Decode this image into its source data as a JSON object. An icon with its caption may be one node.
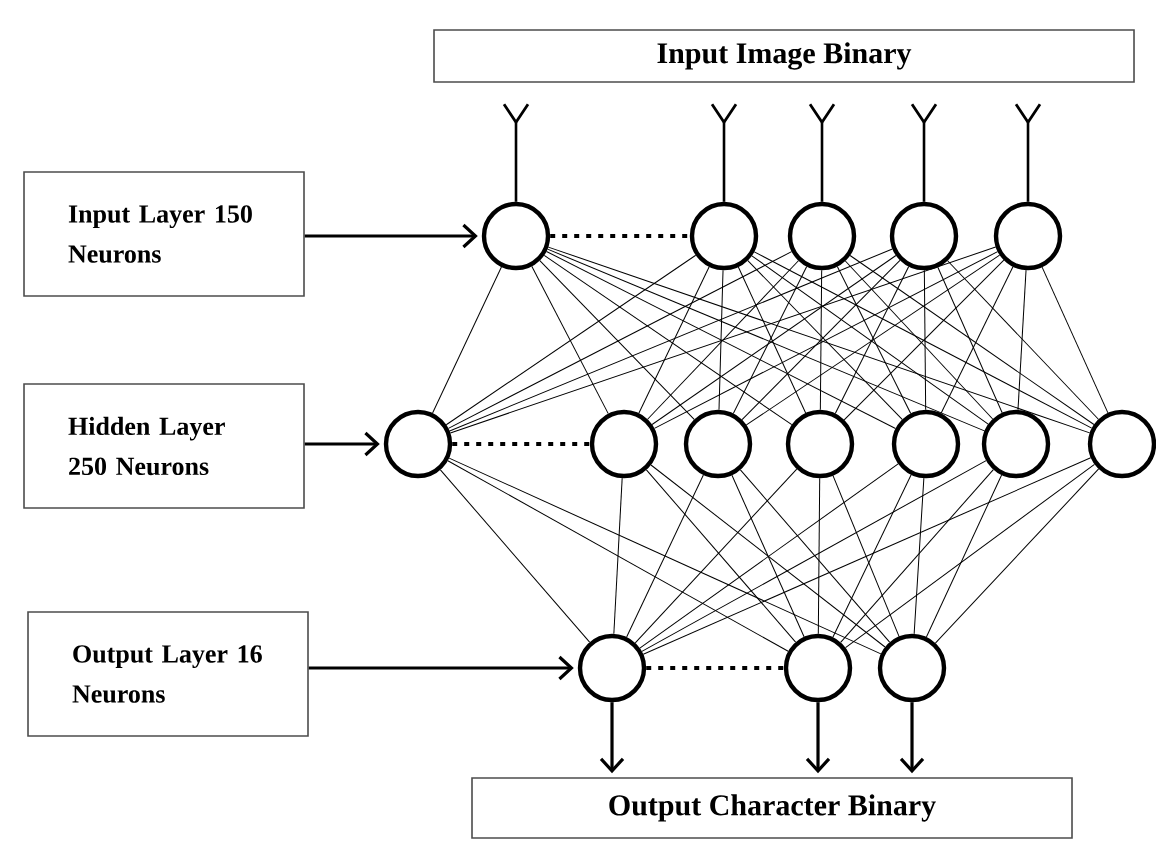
{
  "diagram": {
    "nodes": [
      {
        "text": [
          "Input Image Binary"
        ]
      },
      {
        "text": [
          "Input Layer 150 Neurons"
        ]
      },
      {
        "text": [],
        "shape": "circle"
      },
      {
        "text": [],
        "shape": "circle"
      },
      {
        "text": [],
        "shape": "circle"
      },
      {
        "text": [],
        "shape": "circle"
      },
      {
        "text": [],
        "shape": "circle"
      },
      {
        "text": [
          "Hidden Layer 250 Neurons"
        ]
      },
      {
        "text": [],
        "shape": "circle"
      },
      {
        "text": [],
        "shape": "circle"
      },
      {
        "text": [],
        "shape": "circle"
      },
      {
        "text": [],
        "shape": "circle"
      },
      {
        "text": [],
        "shape": "circle"
      },
      {
        "text": [],
        "shape": "circle"
      },
      {
        "text": [],
        "shape": "circle"
      },
      {
        "text": [
          "Output Layer 16 Neurons"
        ]
      },
      {
        "text": [],
        "shape": "circle"
      },
      {
        "text": [],
        "shape": "circle"
      },
      {
        "text": [],
        "shape": "circle"
      },
      {
        "text": [
          "Output Character Binary"
        ]
      }
    ],
    "edges": [
      {
        "from": 0,
        "to": 2,
        "arrow": "other"
      },
      {
        "from": 0,
        "to": 3,
        "arrow": "other"
      },
      {
        "from": 0,
        "to": 4,
        "arrow": "other"
      },
      {
        "from": 0,
        "to": 5,
        "arrow": "other"
      },
      {
        "from": 0,
        "to": 6,
        "arrow": "other"
      },
      {
        "from": 1,
        "to": 2,
        "arrow": "to"
      },
      {
        "from": 7,
        "to": 8,
        "arrow": "to"
      },
      {
        "from": 15,
        "to": 16,
        "arrow": "to"
      },
      {
        "from": 2,
        "to": 3,
        "arrow": "none",
        "style": "dashed"
      },
      {
        "from": 8,
        "to": 9,
        "arrow": "none",
        "style": "dashed"
      },
      {
        "from": 16,
        "to": 17,
        "arrow": "none",
        "style": "dashed"
      },
      {
        "from": 2,
        "to": 8,
        "arrow": "none"
      },
      {
        "from": 2,
        "to": 9,
        "arrow": "none"
      },
      {
        "from": 2,
        "to": 10,
        "arrow": "none"
      },
      {
        "from": 2,
        "to": 11,
        "arrow": "none"
      },
      {
        "from": 2,
        "to": 12,
        "arrow": "none"
      },
      {
        "from": 2,
        "to": 13,
        "arrow": "none"
      },
      {
        "from": 2,
        "to": 14,
        "arrow": "none"
      },
      {
        "from": 3,
        "to": 8,
        "arrow": "none"
      },
      {
        "from": 3,
        "to": 9,
        "arrow": "none"
      },
      {
        "from": 3,
        "to": 10,
        "arrow": "none"
      },
      {
        "from": 3,
        "to": 11,
        "arrow": "none"
      },
      {
        "from": 3,
        "to": 12,
        "arrow": "none"
      },
      {
        "from": 3,
        "to": 13,
        "arrow": "none"
      },
      {
        "from": 3,
        "to": 14,
        "arrow": "none"
      },
      {
        "from": 4,
        "to": 8,
        "arrow": "none"
      },
      {
        "from": 4,
        "to": 9,
        "arrow": "none"
      },
      {
        "from": 4,
        "to": 10,
        "arrow": "none"
      },
      {
        "from": 4,
        "to": 11,
        "arrow": "none"
      },
      {
        "from": 4,
        "to": 12,
        "arrow": "none"
      },
      {
        "from": 4,
        "to": 13,
        "arrow": "none"
      },
      {
        "from": 4,
        "to": 14,
        "arrow": "none"
      },
      {
        "from": 5,
        "to": 8,
        "arrow": "none"
      },
      {
        "from": 5,
        "to": 9,
        "arrow": "none"
      },
      {
        "from": 5,
        "to": 10,
        "arrow": "none"
      },
      {
        "from": 5,
        "to": 11,
        "arrow": "none"
      },
      {
        "from": 5,
        "to": 12,
        "arrow": "none"
      },
      {
        "from": 5,
        "to": 13,
        "arrow": "none"
      },
      {
        "from": 5,
        "to": 14,
        "arrow": "none"
      },
      {
        "from": 6,
        "to": 8,
        "arrow": "none"
      },
      {
        "from": 6,
        "to": 9,
        "arrow": "none"
      },
      {
        "from": 6,
        "to": 10,
        "arrow": "none"
      },
      {
        "from": 6,
        "to": 11,
        "arrow": "none"
      },
      {
        "from": 6,
        "to": 12,
        "arrow": "none"
      },
      {
        "from": 6,
        "to": 13,
        "arrow": "none"
      },
      {
        "from": 6,
        "to": 14,
        "arrow": "none"
      },
      {
        "from": 8,
        "to": 16,
        "arrow": "none"
      },
      {
        "from": 8,
        "to": 17,
        "arrow": "none"
      },
      {
        "from": 8,
        "to": 18,
        "arrow": "none"
      },
      {
        "from": 9,
        "to": 16,
        "arrow": "none"
      },
      {
        "from": 9,
        "to": 17,
        "arrow": "none"
      },
      {
        "from": 9,
        "to": 18,
        "arrow": "none"
      },
      {
        "from": 10,
        "to": 16,
        "arrow": "none"
      },
      {
        "from": 10,
        "to": 17,
        "arrow": "none"
      },
      {
        "from": 10,
        "to": 18,
        "arrow": "none"
      },
      {
        "from": 11,
        "to": 16,
        "arrow": "none"
      },
      {
        "from": 11,
        "to": 17,
        "arrow": "none"
      },
      {
        "from": 11,
        "to": 18,
        "arrow": "none"
      },
      {
        "from": 12,
        "to": 16,
        "arrow": "none"
      },
      {
        "from": 12,
        "to": 17,
        "arrow": "none"
      },
      {
        "from": 12,
        "to": 18,
        "arrow": "none"
      },
      {
        "from": 13,
        "to": 16,
        "arrow": "none"
      },
      {
        "from": 13,
        "to": 17,
        "arrow": "none"
      },
      {
        "from": 13,
        "to": 18,
        "arrow": "none"
      },
      {
        "from": 14,
        "to": 16,
        "arrow": "none"
      },
      {
        "from": 14,
        "to": 17,
        "arrow": "none"
      },
      {
        "from": 14,
        "to": 18,
        "arrow": "none"
      },
      {
        "from": 16,
        "to": 19,
        "arrow": "to"
      },
      {
        "from": 17,
        "to": 19,
        "arrow": "to"
      },
      {
        "from": 18,
        "to": 19,
        "arrow": "to"
      }
    ]
  }
}
